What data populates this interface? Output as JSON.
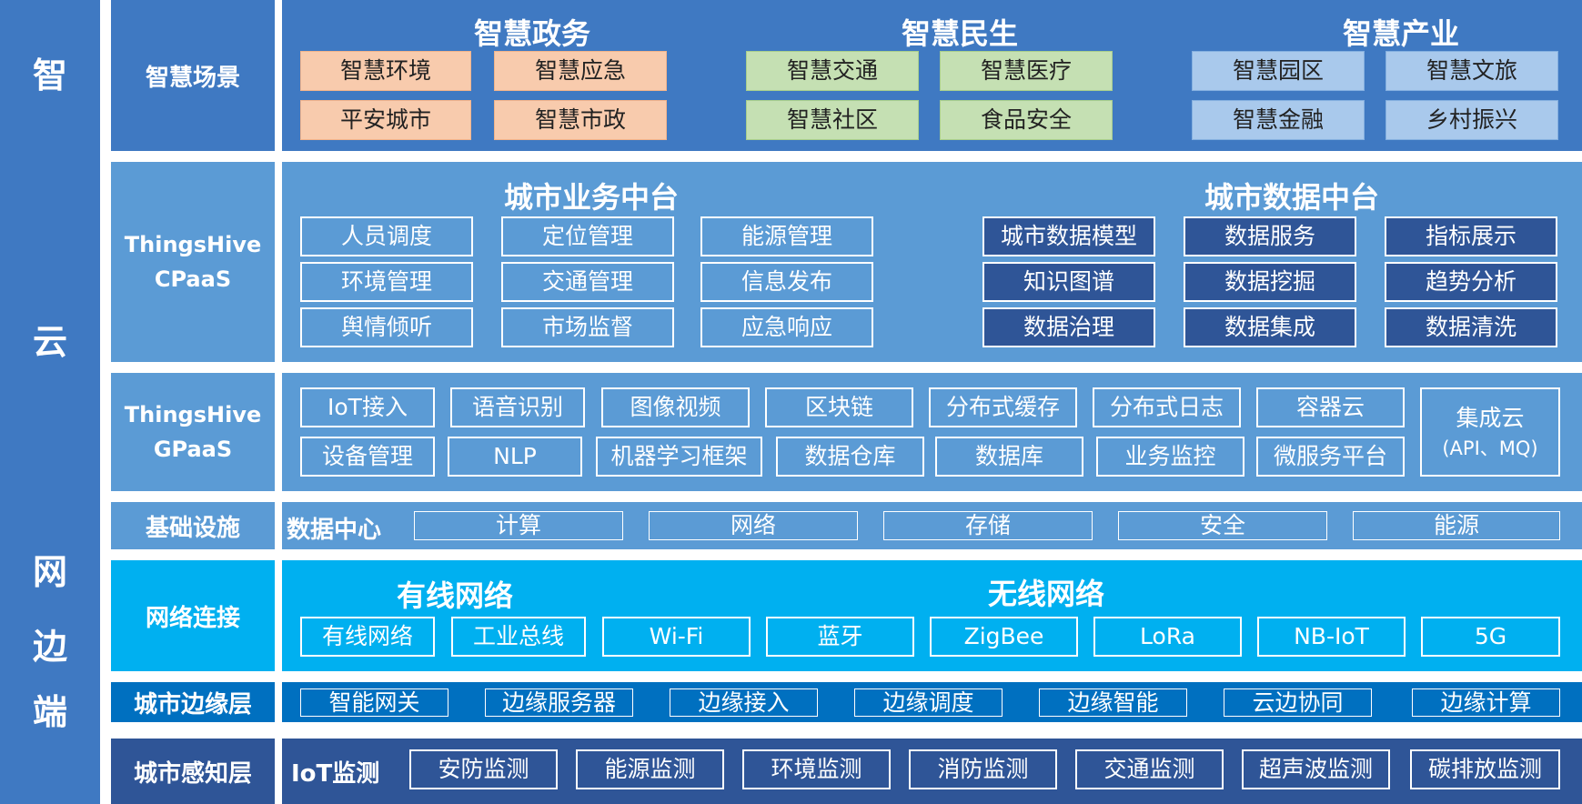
{
  "left_column": [
    "智",
    "云",
    "网",
    "边",
    "端"
  ],
  "rows": {
    "scenes": {
      "label": "智慧场景",
      "groups": [
        {
          "title": "智慧政务",
          "items": [
            "智慧环境",
            "智慧应急",
            "平安城市",
            "智慧市政"
          ]
        },
        {
          "title": "智慧民生",
          "items": [
            "智慧交通",
            "智慧医疗",
            "智慧社区",
            "食品安全"
          ]
        },
        {
          "title": "智慧产业",
          "items": [
            "智慧园区",
            "智慧文旅",
            "智慧金融",
            "乡村振兴"
          ]
        }
      ]
    },
    "cpaas": {
      "label_line1": "ThingsHive",
      "label_line2": "CPaaS",
      "business": {
        "title": "城市业务中台",
        "items": [
          "人员调度",
          "定位管理",
          "能源管理",
          "环境管理",
          "交通管理",
          "信息发布",
          "舆情倾听",
          "市场监督",
          "应急响应"
        ]
      },
      "data": {
        "title": "城市数据中台",
        "items": [
          "城市数据模型",
          "数据服务",
          "指标展示",
          "知识图谱",
          "数据挖掘",
          "趋势分析",
          "数据治理",
          "数据集成",
          "数据清洗"
        ]
      }
    },
    "gpaas": {
      "label_line1": "ThingsHive",
      "label_line2": "GPaaS",
      "row1": [
        "IoT接入",
        "语音识别",
        "图像视频",
        "区块链",
        "分布式缓存",
        "分布式日志",
        "容器云"
      ],
      "row2": [
        "设备管理",
        "NLP",
        "机器学习框架",
        "数据仓库",
        "数据库",
        "业务监控",
        "微服务平台"
      ],
      "cloud_line1": "集成云",
      "cloud_line2": "(API、MQ)"
    },
    "infra": {
      "label": "基础设施",
      "title": "数据中心",
      "items": [
        "计算",
        "网络",
        "存储",
        "安全",
        "能源"
      ]
    },
    "network": {
      "label": "网络连接",
      "wired_title": "有线网络",
      "wireless_title": "无线网络",
      "items": [
        "有线网络",
        "工业总线",
        "Wi-Fi",
        "蓝牙",
        "ZigBee",
        "LoRa",
        "NB-IoT",
        "5G"
      ]
    },
    "edge": {
      "label": "城市边缘层",
      "items": [
        "智能网关",
        "边缘服务器",
        "边缘接入",
        "边缘调度",
        "边缘智能",
        "云边协同",
        "边缘计算"
      ]
    },
    "sensing": {
      "label": "城市感知层",
      "title": "IoT监测",
      "items": [
        "安防监测",
        "能源监测",
        "环境监测",
        "消防监测",
        "交通监测",
        "超声波监测",
        "碳排放监测"
      ]
    }
  },
  "colors": {
    "left_column": "#3f79c2",
    "scenes": "#3f79c2",
    "cpaas": "#5b9bd5",
    "gpaas": "#5b9bd5",
    "infra": "#5b9bd5",
    "network": "#00b0f0",
    "edge": "#0070c0",
    "sensing": "#2f5597",
    "orange": "#f8cbad",
    "green": "#c5e0b3",
    "light_blue": "#a9c9ec",
    "dark_box": "#2f5597"
  }
}
